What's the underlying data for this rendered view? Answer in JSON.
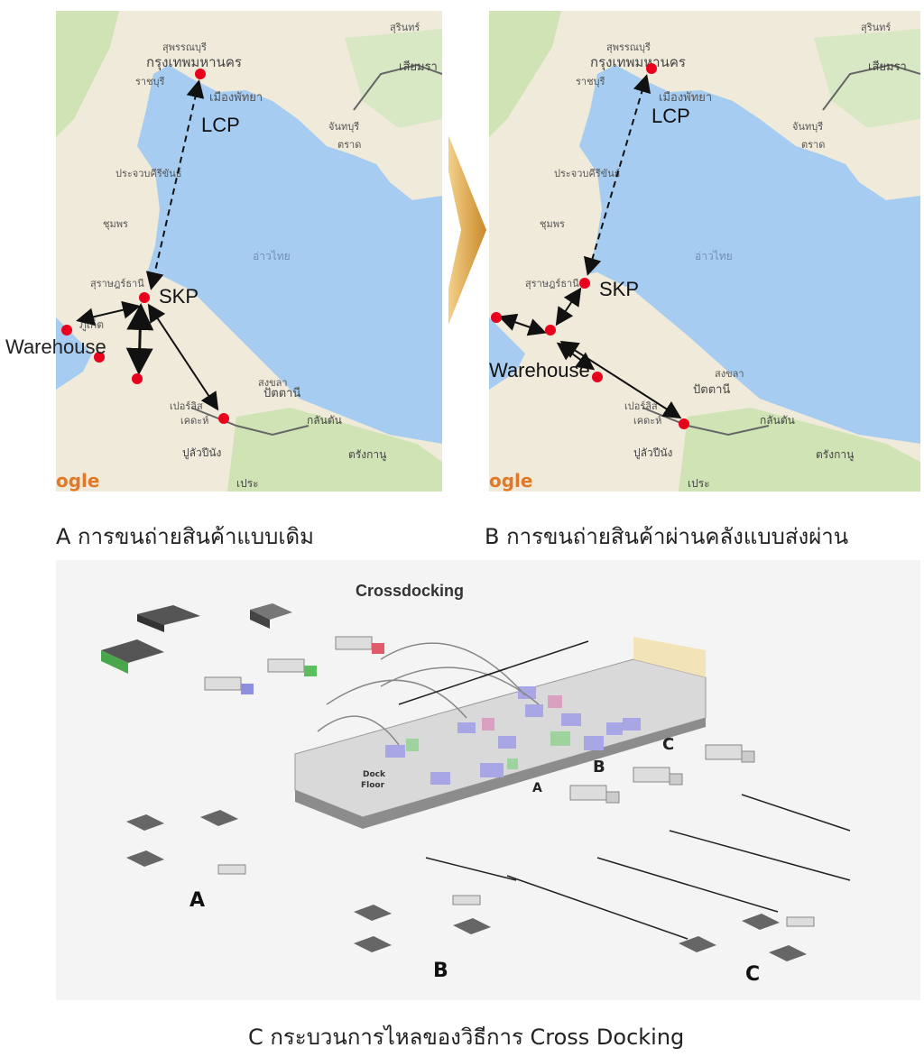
{
  "map_a": {
    "labels": {
      "lcp": "LCP",
      "skp": "SKP",
      "warehouse": "Warehouse",
      "gulf": "อ่าวไทย",
      "bangkok": "กรุงเทพมหานคร",
      "pattaya": "เมืองพัทยา",
      "ratchaburi": "ราชบุรี",
      "suphanburi": "สุพรรณบุรี",
      "surin": "สุรินทร์",
      "siemreap_th": "เสียมรา",
      "chanthaburi": "จันทบุรี",
      "trat": "ตราด",
      "prachuap": "ประจวบคีรีขันธ์",
      "chumphon": "ชุมพร",
      "suratthani": "สุราษฎร์ธานี",
      "phuket": "ภูเก็ต",
      "songkhla": "สงขลา",
      "pattani": "ปัตตานี",
      "kelantan": "กลันตัน",
      "terengganu": "ตรังกานู",
      "perlis": "เปอร์ลิส",
      "penang": "ปูลัวปีนัง",
      "kedah": "เคดะห์",
      "perak": "เประ",
      "google": "ogle"
    }
  },
  "map_b": {
    "labels": {
      "lcp": "LCP",
      "skp": "SKP",
      "warehouse": "Warehouse",
      "gulf": "อ่าวไทย",
      "google": "ogle"
    }
  },
  "captions": {
    "a": "A การขนถ่ายสินค้าแบบเดิม",
    "b": "B การขนถ่ายสินค้าผ่านคลังแบบส่งผ่าน",
    "c": "C กระบวนการไหลของวิธีการ Cross Docking"
  },
  "crossdock": {
    "title": "Crossdocking",
    "dock_floor": "Dock\nFloor",
    "dock_floor_1": "Dock",
    "dock_floor_2": "Floor",
    "lane_a": "A",
    "lane_b": "B",
    "lane_c": "C",
    "group_a": "A",
    "group_b": "B",
    "group_c": "C"
  },
  "colors": {
    "sea": "#a6cdf1",
    "land": "#efead9",
    "green": "#cfe3b5",
    "dot": "#e8001c",
    "arrow": "#111111",
    "chevron": "#d9a441"
  }
}
